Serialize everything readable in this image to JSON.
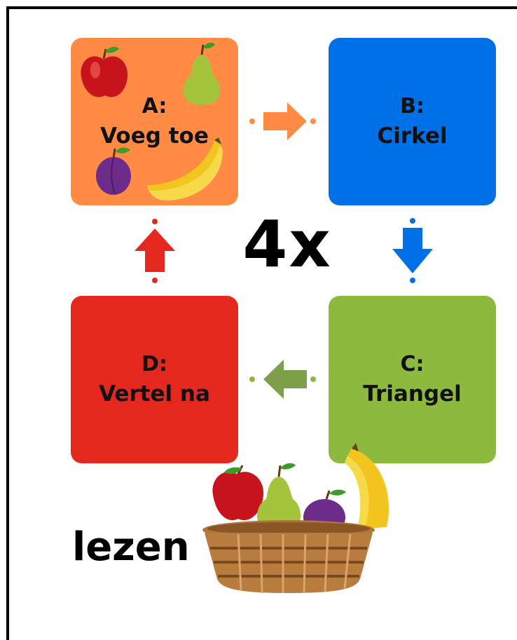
{
  "steps": [
    {
      "id": "A",
      "letter": "A:",
      "label": "Voeg toe",
      "color": "#ff8b45"
    },
    {
      "id": "B",
      "letter": "B:",
      "label": "Cirkel",
      "color": "#0070e6"
    },
    {
      "id": "C",
      "letter": "C:",
      "label": "Triangel",
      "color": "#8dba3e"
    },
    {
      "id": "D",
      "letter": "D:",
      "label": "Vertel na",
      "color": "#e4281f"
    }
  ],
  "center_label": "4x",
  "bottom_label": "lezen",
  "icons": [
    "apple-icon",
    "pear-icon",
    "plum-icon",
    "banana-icon",
    "fruit-basket-icon"
  ],
  "arrow_colors": {
    "a_to_b": "#ff8b45",
    "b_to_c": "#0070e6",
    "c_to_d": "#7fa04a",
    "d_to_a": "#e4281f"
  }
}
